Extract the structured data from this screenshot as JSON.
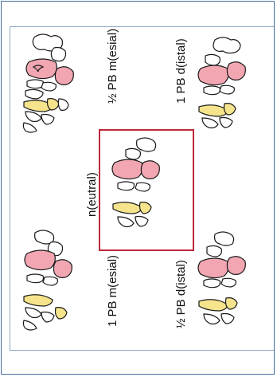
{
  "labels": {
    "top_left": "½ PB m(esial)",
    "top_right": "1 PB d(istal)",
    "center": "n(eutral)",
    "bottom_left": "1 PB m(esial)",
    "bottom_right": "½ PB d(istal)"
  },
  "colors": {
    "frame": "#3f6f9f",
    "neutral_box": "#c0283a",
    "molar_fill": "#f2a6b1",
    "canine_fill": "#f6e48c",
    "tooth_outline": "#1a1a1a"
  }
}
